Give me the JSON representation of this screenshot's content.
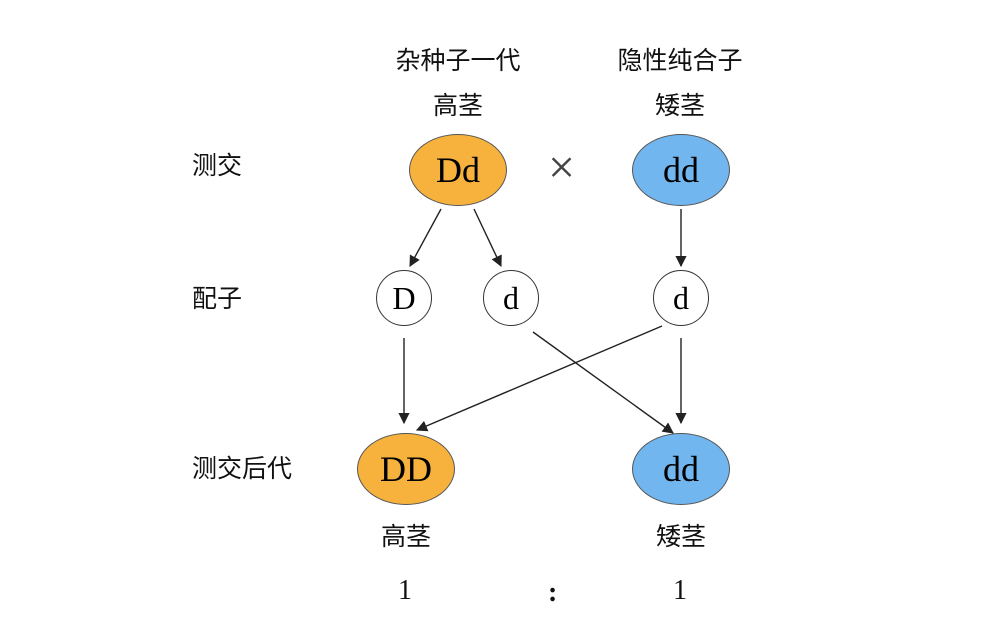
{
  "parent_left": {
    "title": "杂种子一代",
    "phenotype": "高茎",
    "genotype": "Dd",
    "color": "#f6b23c"
  },
  "parent_right": {
    "title": "隐性纯合子",
    "phenotype": "矮茎",
    "genotype": "dd",
    "color": "#72b6ef"
  },
  "cross_symbol": "×",
  "row_labels": {
    "cross": "测交",
    "gametes": "配子",
    "offspring": "测交后代"
  },
  "gametes": [
    "D",
    "d",
    "d"
  ],
  "offspring": [
    {
      "genotype": "DD",
      "phenotype": "高茎",
      "color": "#f6b23c"
    },
    {
      "genotype": "dd",
      "phenotype": "矮茎",
      "color": "#72b6ef"
    }
  ],
  "ratio": {
    "left": "1",
    "separator": ":",
    "right": "1"
  }
}
